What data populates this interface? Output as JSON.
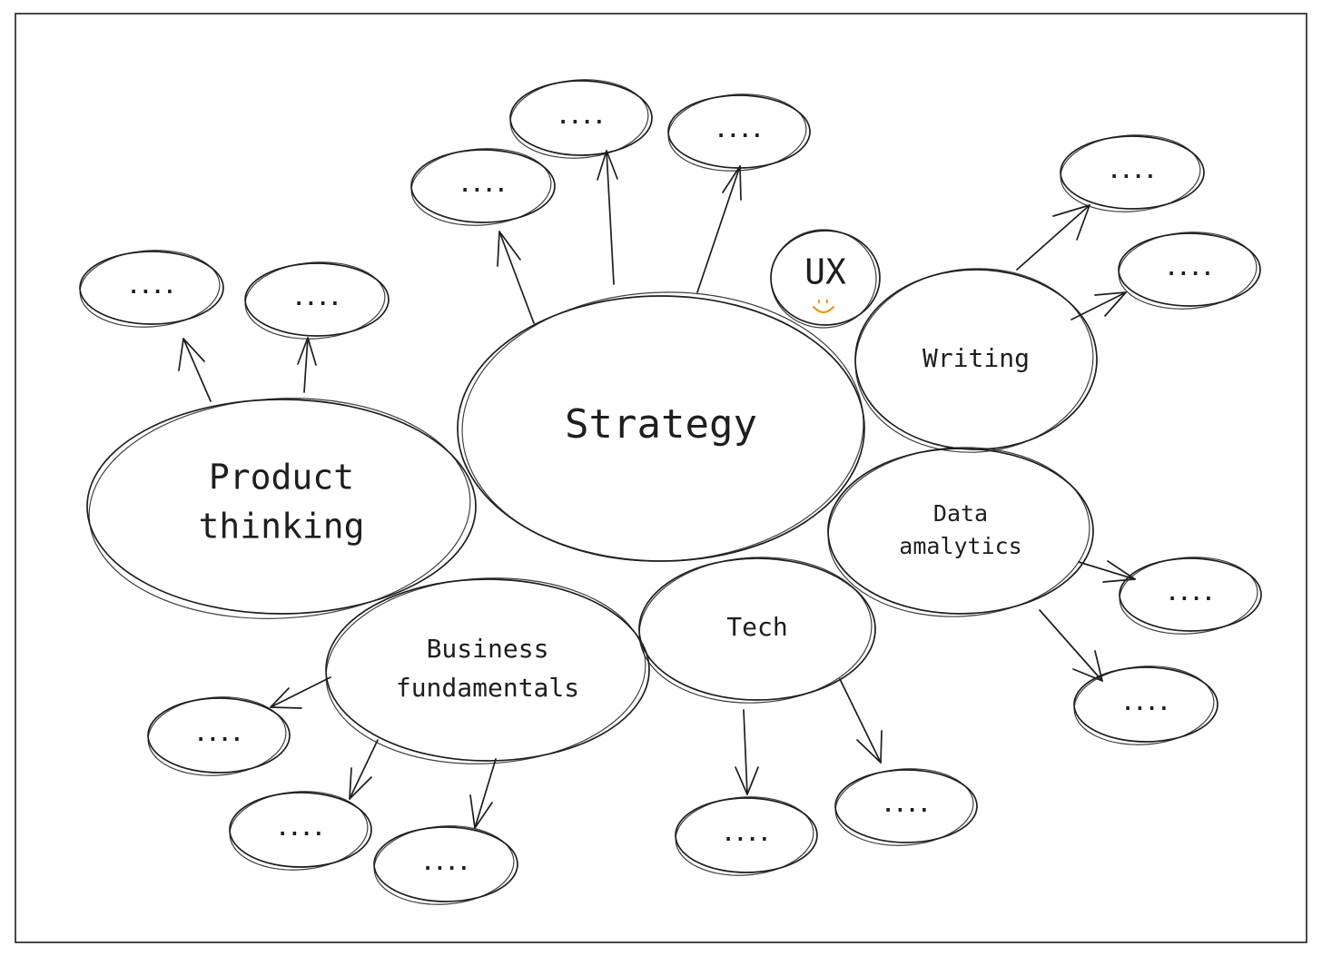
{
  "colors": {
    "ink": "#1e1e1e",
    "smile": "#f0960f",
    "background": "#ffffff"
  },
  "nodes": {
    "strategy": "Strategy",
    "product": [
      "Product",
      "thinking"
    ],
    "writing": "Writing",
    "ux": "UX",
    "data": [
      "Data",
      "amalytics"
    ],
    "tech": "Tech",
    "business": [
      "Business",
      "fundamentals"
    ]
  },
  "placeholder": "...."
}
